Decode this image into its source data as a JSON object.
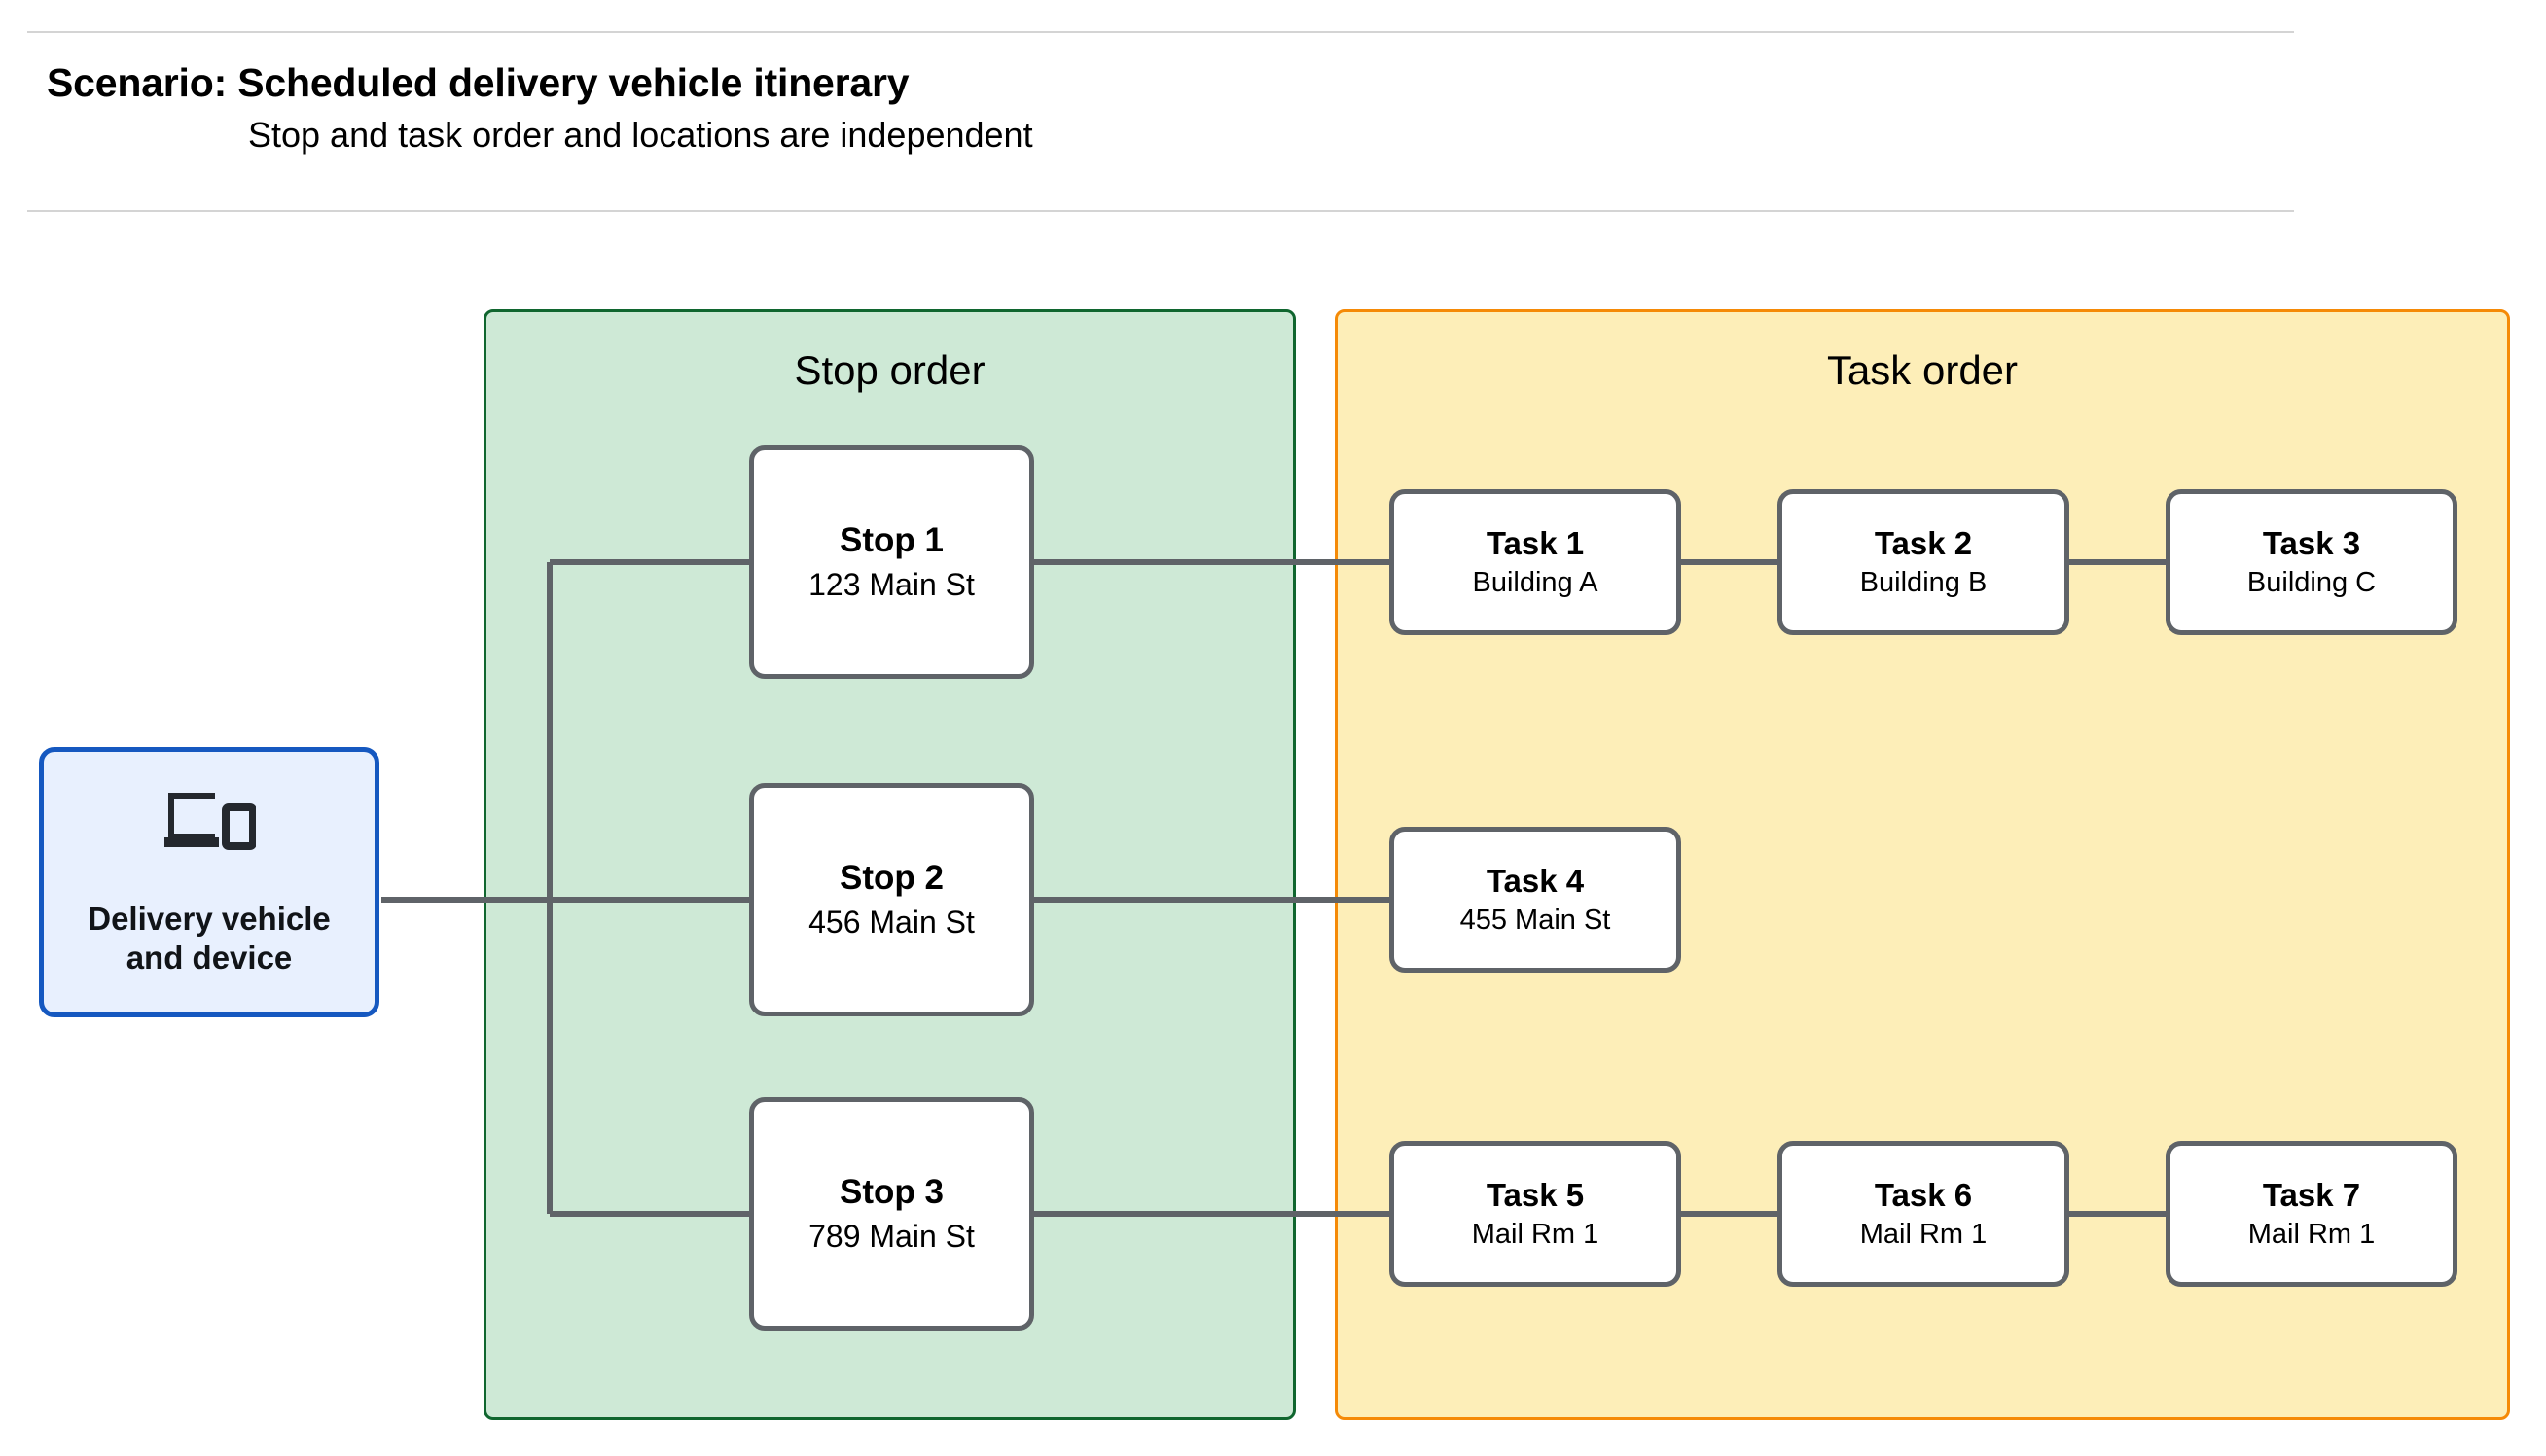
{
  "header": {
    "title": "Scenario: Scheduled delivery vehicle itinerary",
    "subtitle": "Stop and task order and locations are independent"
  },
  "device": {
    "icon": "devices-icon",
    "label": "Delivery vehicle\nand device",
    "fill": "#e8f0fe",
    "border": "#1558c0"
  },
  "panels": {
    "stop": {
      "title": "Stop order",
      "fill": "#cee9d6",
      "border": "#10662f"
    },
    "task": {
      "title": "Task order",
      "fill": "#fdeeb8",
      "border": "#f58a07"
    }
  },
  "stops": [
    {
      "title": "Stop 1",
      "address": "123 Main St"
    },
    {
      "title": "Stop 2",
      "address": "456 Main St"
    },
    {
      "title": "Stop 3",
      "address": "789 Main St"
    }
  ],
  "task_rows": [
    [
      {
        "title": "Task 1",
        "location": "Building A"
      },
      {
        "title": "Task 2",
        "location": "Building B"
      },
      {
        "title": "Task 3",
        "location": "Building C"
      }
    ],
    [
      {
        "title": "Task 4",
        "location": "455 Main St"
      }
    ],
    [
      {
        "title": "Task 5",
        "location": "Mail Rm 1"
      },
      {
        "title": "Task 6",
        "location": "Mail Rm 1"
      },
      {
        "title": "Task 7",
        "location": "Mail Rm 1"
      }
    ]
  ],
  "connector_color": "#5f6368"
}
